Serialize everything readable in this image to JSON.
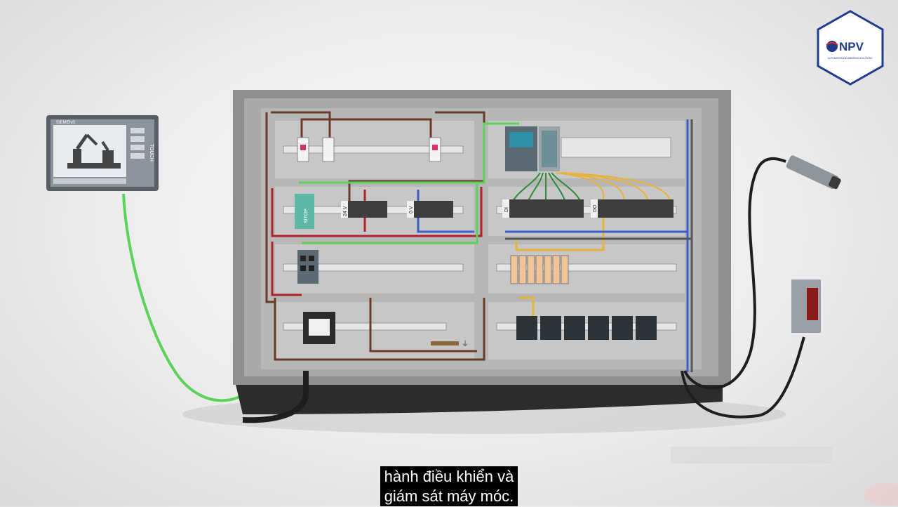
{
  "hmi": {
    "brand": "SIEMENS",
    "side_label": "TOUCH"
  },
  "logo": {
    "text": "NPV",
    "tagline": "AUTOMATION ENGINEERING SOLUTIONS"
  },
  "cabinet": {
    "psu_label": "SITOP",
    "terminal_labels": [
      "24 V",
      "0 V",
      "DI",
      "DO"
    ],
    "ground_symbol": "⏚"
  },
  "subtitles": {
    "line1": "hành điều khiển và",
    "line2": "giám sát máy móc."
  },
  "colors": {
    "cabinet_frame": "#8f8f8f",
    "cabinet_inner": "#a9a9a9",
    "ethernet_cable": "#5bd35b",
    "wire_brown": "#6b3a2a",
    "wire_red": "#b0212b",
    "wire_yellow": "#e8b33a",
    "wire_blue": "#3a5fc8",
    "logo_blue": "#1f3c8c",
    "logo_red": "#d62a2a"
  }
}
